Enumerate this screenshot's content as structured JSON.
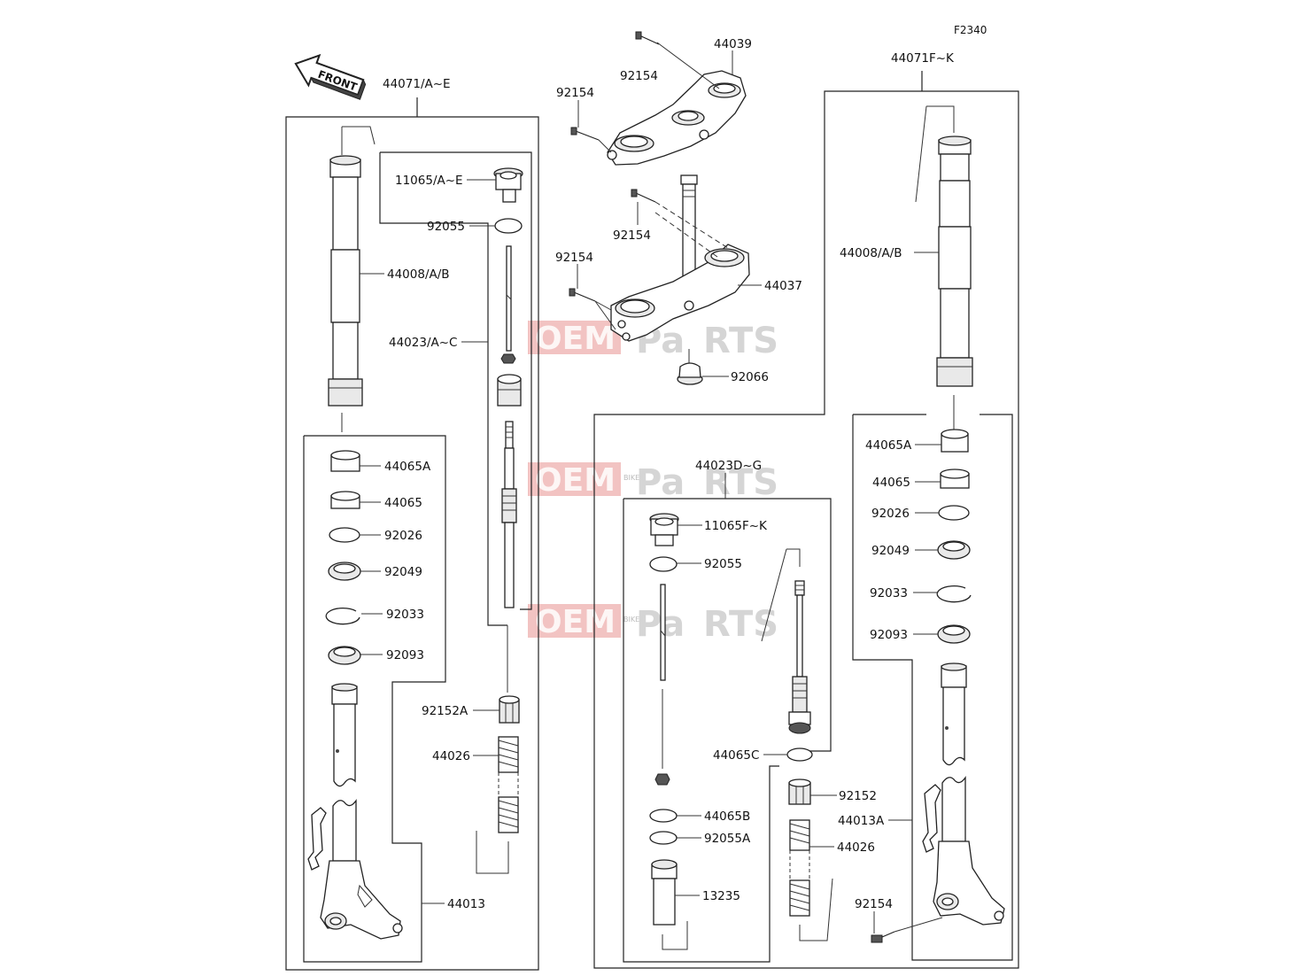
{
  "figure_code": "F2340",
  "front_label": "FRONT",
  "watermark": {
    "oem": "OEM",
    "bike": "BIKE",
    "pa": "Pa",
    "rts": "RTS"
  },
  "labels": {
    "assy_left": "44071/A~E",
    "assy_right": "44071F~K",
    "cap_left": "11065/A~E",
    "oring_left": "92055",
    "outer_tube_left": "44008/A/B",
    "damper_left": "44023/A~C",
    "bush_a_left": "44065A",
    "bush_left": "44065",
    "washer_left": "92026",
    "seal_left": "92049",
    "clip_left": "92033",
    "dust_left": "92093",
    "nut_left": "92152A",
    "spring_left": "44026",
    "lower_left": "44013",
    "bolt_upper_1": "92154",
    "bolt_upper_2": "92154",
    "upper_clamp": "44039",
    "bolt_stem_1": "92154",
    "bolt_stem_2": "92154",
    "stem": "44037",
    "stem_cap": "92066",
    "damper_right": "44023D~G",
    "cap_right": "11065F~K",
    "oring_right": "92055",
    "bush_c_right": "44065C",
    "bush_b_right": "44065B",
    "oring_a_right": "92055A",
    "spacer_right": "13235",
    "nut_right": "92152",
    "spring_right": "44026",
    "outer_tube_right": "44008/A/B",
    "bush_a_right": "44065A",
    "bush_right": "44065",
    "washer_right": "92026",
    "seal_right": "92049",
    "clip_right": "92033",
    "dust_right": "92093",
    "lower_right": "44013A",
    "bolt_lower_right": "92154"
  }
}
